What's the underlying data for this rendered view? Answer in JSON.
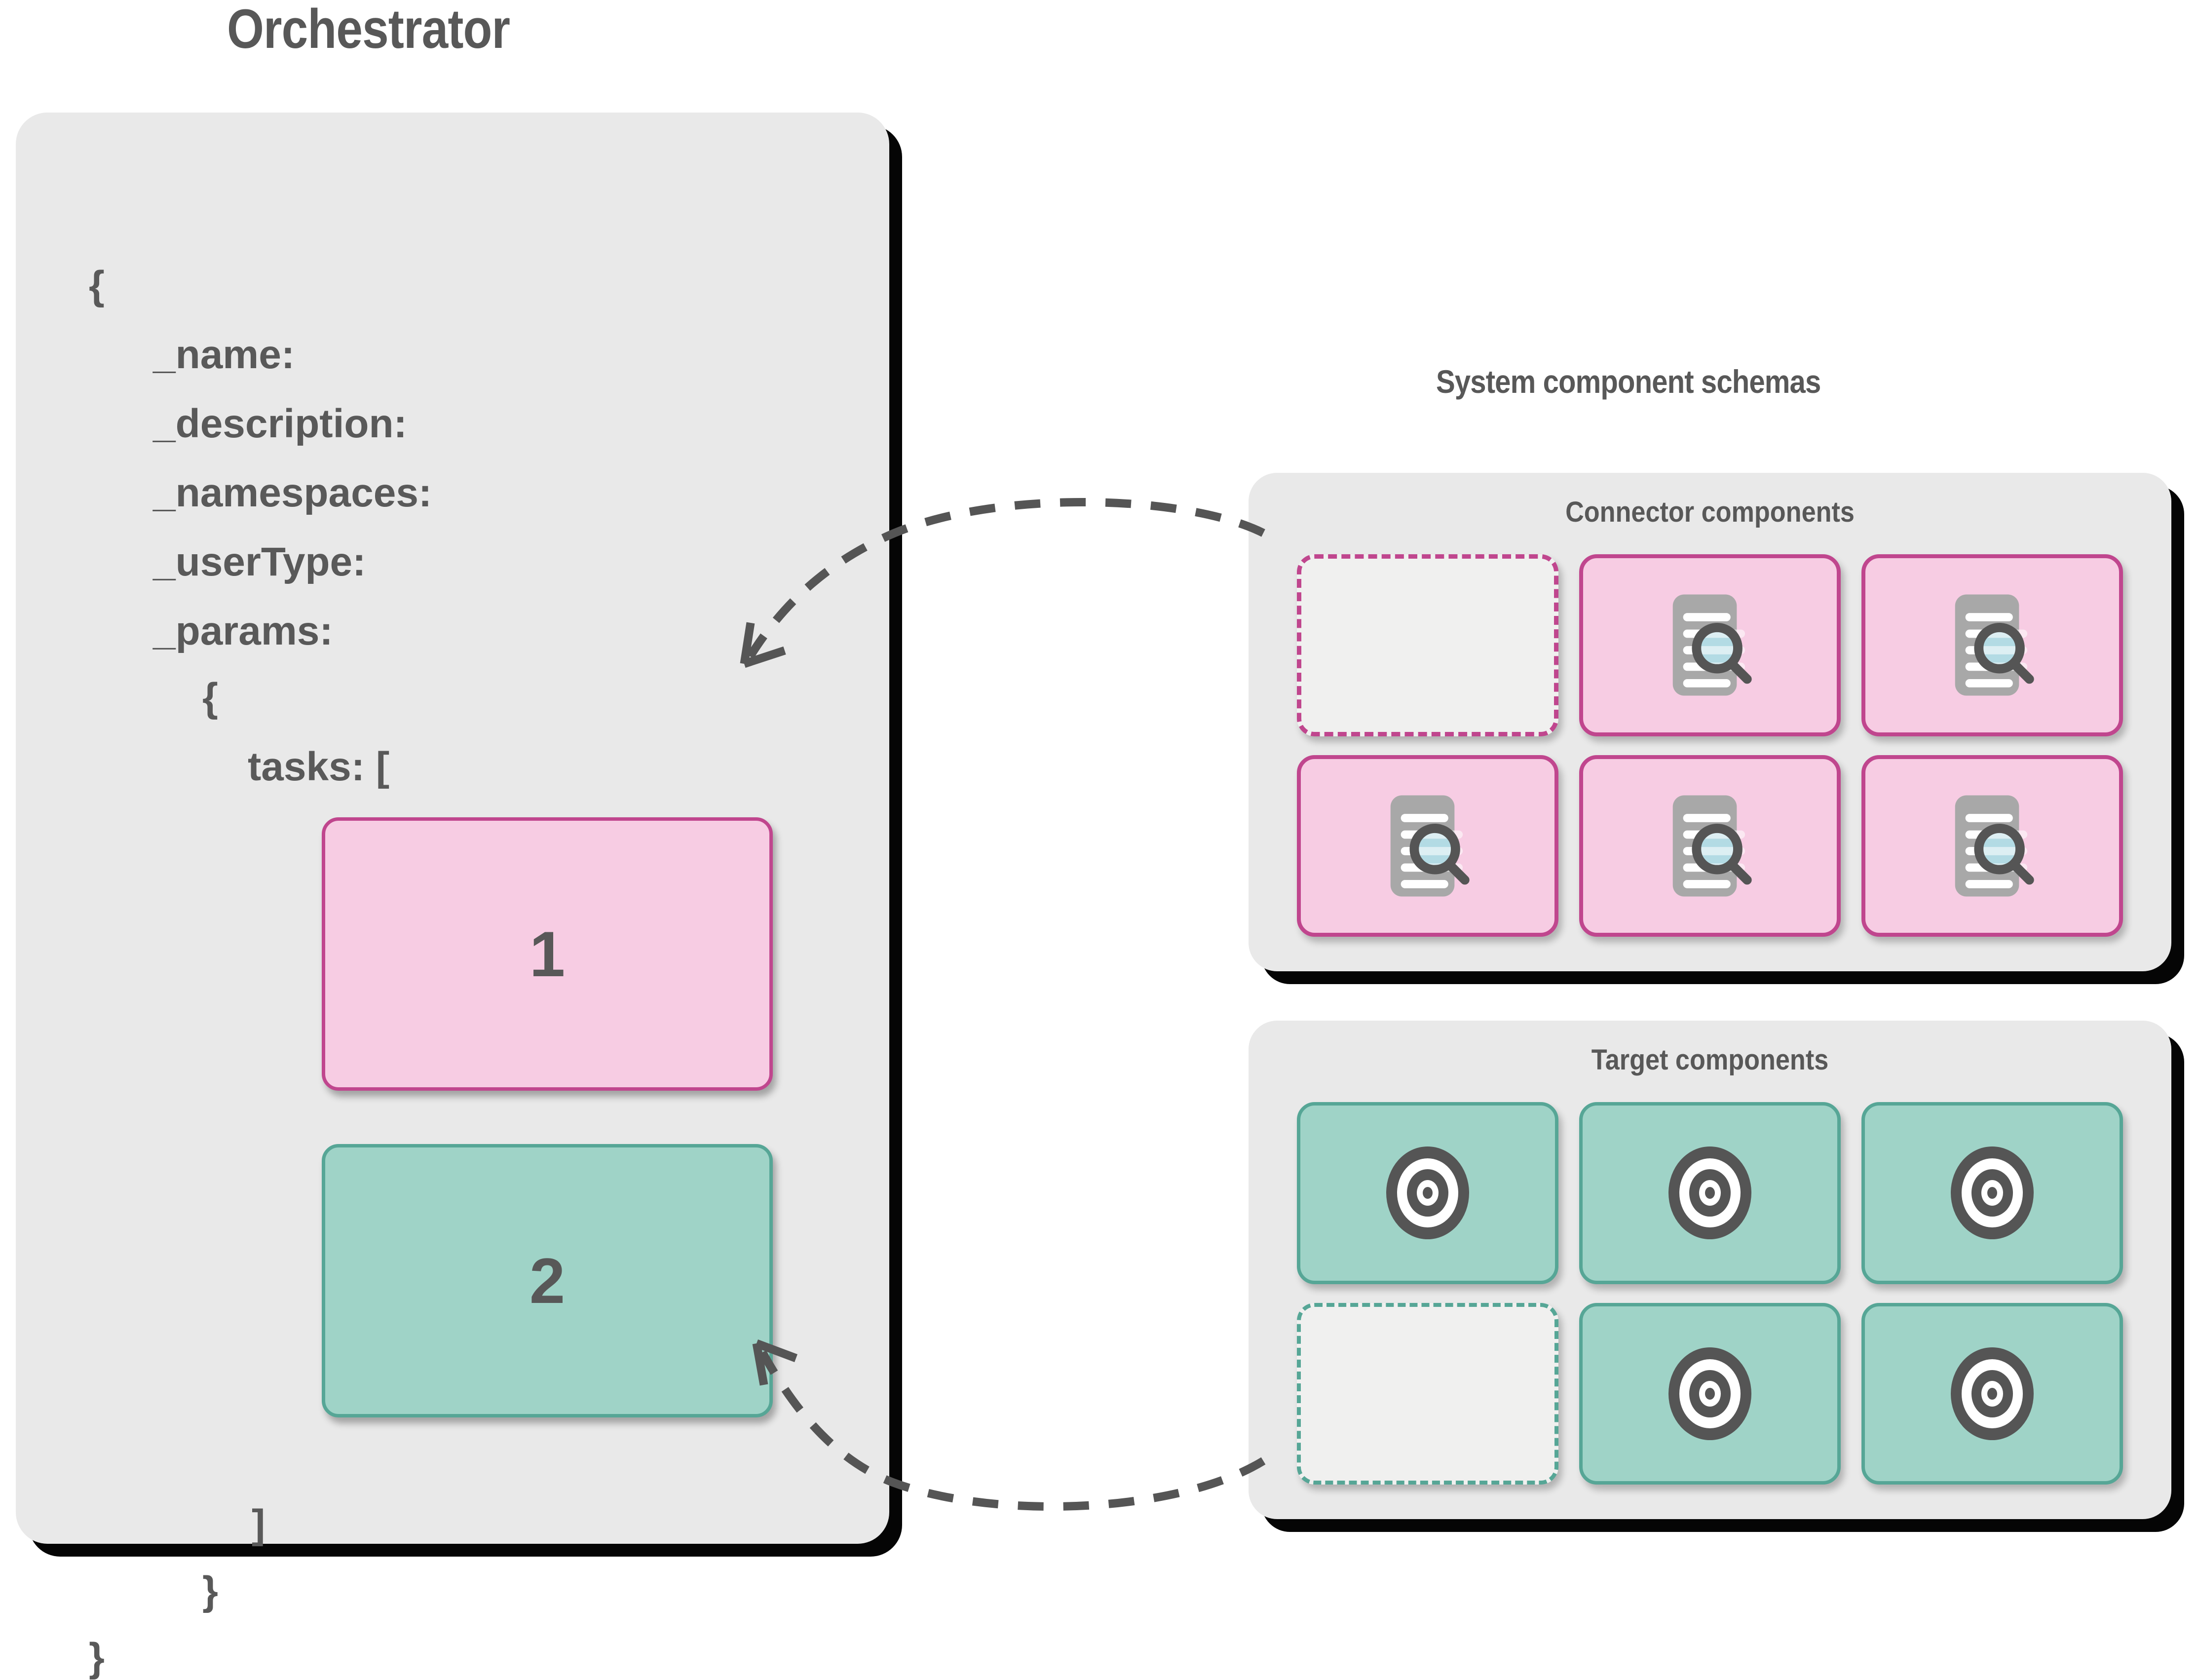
{
  "diagram": {
    "orchestrator": {
      "title": "Orchestrator",
      "code_lines": [
        {
          "key": "brace_open",
          "text": "{"
        },
        {
          "key": "name",
          "text": "_name:"
        },
        {
          "key": "description",
          "text": "_description:"
        },
        {
          "key": "namespaces",
          "text": "_namespaces:"
        },
        {
          "key": "user_type",
          "text": "_userType:"
        },
        {
          "key": "params",
          "text": "_params:"
        },
        {
          "key": "brace_inner_open",
          "text": "{"
        },
        {
          "key": "tasks",
          "text": "tasks: ["
        },
        {
          "key": "bracket_close",
          "text": "]"
        },
        {
          "key": "brace_inner_close",
          "text": "}"
        },
        {
          "key": "brace_close",
          "text": "}"
        }
      ],
      "tasks": [
        {
          "label": "1",
          "color": "#f7cce3",
          "border": "#c0468e",
          "kind": "connector"
        },
        {
          "label": "2",
          "color": "#9fd3c7",
          "border": "#56a696",
          "kind": "target"
        }
      ]
    },
    "schemas": {
      "title": "System component schemas",
      "panels": [
        {
          "id": "connector",
          "heading": "Connector components",
          "accent": "#c0468e",
          "fill": "#f7cce3",
          "icon": "document-search-icon",
          "cells": [
            {
              "state": "empty"
            },
            {
              "state": "filled"
            },
            {
              "state": "filled"
            },
            {
              "state": "filled"
            },
            {
              "state": "filled"
            },
            {
              "state": "filled"
            }
          ]
        },
        {
          "id": "target",
          "heading": "Target components",
          "accent": "#56a696",
          "fill": "#9fd3c7",
          "icon": "bullseye-target-icon",
          "cells": [
            {
              "state": "filled"
            },
            {
              "state": "filled"
            },
            {
              "state": "filled"
            },
            {
              "state": "empty"
            },
            {
              "state": "filled"
            },
            {
              "state": "filled"
            }
          ]
        }
      ]
    },
    "arrows": [
      {
        "name": "connector-to-task-1",
        "direction": "right-to-left",
        "style": "dashed"
      },
      {
        "name": "target-to-task-2",
        "direction": "right-to-left",
        "style": "dashed"
      }
    ],
    "colors": {
      "panel_bg": "#e9e9e9",
      "text": "#595959",
      "pink_fill": "#f7cce3",
      "pink_border": "#c0468e",
      "teal_fill": "#9fd3c7",
      "teal_border": "#56a696",
      "icon_doc": "#a8a8a8",
      "icon_dark": "#555555",
      "icon_lens": "#b3dbe4",
      "shadow": "#050505"
    }
  }
}
